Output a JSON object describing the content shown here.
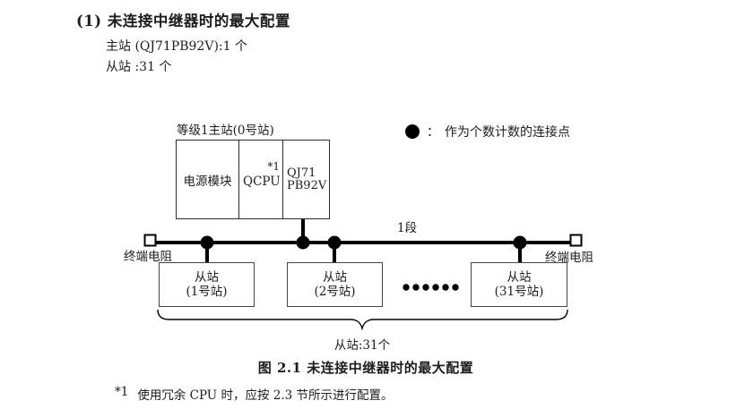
{
  "colors": {
    "ink": "#1c1c1c",
    "line": "#000000",
    "box_border": "#2b2b2b",
    "background": "#ffffff"
  },
  "header": {
    "heading": "(1) 未连接中继器时的最大配置",
    "master_count": "主站 (QJ71PB92V):1 个",
    "slave_count": "从站 :31 个"
  },
  "diagram": {
    "master_station": {
      "label": "等级1主站(0号站)",
      "power_module": "电源模块",
      "cpu": "QCPU",
      "cpu_note": "*1",
      "pb_module_line1": "QJ71",
      "pb_module_line2": "PB92V"
    },
    "legend": {
      "separator": "：",
      "text": "作为个数计数的连接点"
    },
    "segment_label": "1段",
    "left_terminator": "终端电阻",
    "right_terminator": "终端电阻",
    "slaves": [
      {
        "line1": "从站",
        "line2": "(1号站)"
      },
      {
        "line1": "从站",
        "line2": "(2号站)"
      },
      {
        "line1": "从站",
        "line2": "(31号站)"
      }
    ],
    "brace_label": "从站:31个"
  },
  "caption": "图 2.1 未连接中继器时的最大配置",
  "footnote": {
    "marker": "*1",
    "text": "使用冗余 CPU 时，应按 2.3 节所示进行配置。"
  }
}
